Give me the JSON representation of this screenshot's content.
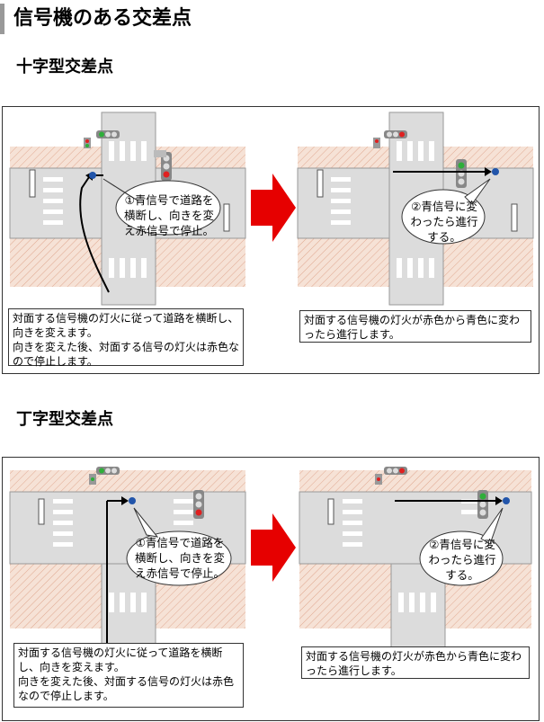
{
  "page": {
    "title": "信号機のある交差点"
  },
  "sections": [
    {
      "heading": "十字型交差点",
      "left_callout": "①青信号で道路を\n横断し、向きを変\nえ赤信号で停止。",
      "right_callout": "②青信号に変\nわったら進行\nする。",
      "left_caption": "対面する信号機の灯火に従って道路を横断し、向きを変えます。\n向きを変えた後、対面する信号の灯火は赤色なので停止します。",
      "right_caption": "対面する信号機の灯火が赤色から青色に変わったら進行します。"
    },
    {
      "heading": "丁字型交差点",
      "left_callout": "①青信号で道路を\n横断し、向きを変\nえ赤信号で停止。",
      "right_callout": "②青信号に変\nわったら進行\nする。",
      "left_caption": "対面する信号機の灯火に従って道路を横断し、向きを変えます。\n向きを変えた後、対面する信号の灯火は赤色なので停止します。",
      "right_caption": "対面する信号機の灯火が赤色から青色に変わったら進行します。"
    }
  ],
  "colors": {
    "road": "#dcdcdc",
    "curb": "#bfbfbf",
    "sidewalk": "#f6e2d6",
    "arrow": "#e60000",
    "green": "#2eae3a",
    "red": "#e02020"
  }
}
